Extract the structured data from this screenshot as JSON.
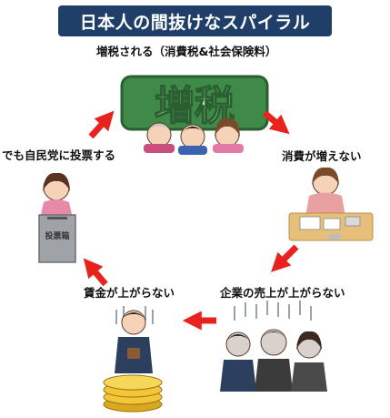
{
  "title": "日本人の間抜けなスパイラル",
  "nodes": {
    "tax_increase": {
      "label": "増税される（消費税&社会保険料）",
      "sign_text": "増税"
    },
    "consumption": {
      "label": "消費が増えない"
    },
    "sales": {
      "label": "企業の売上が上がらない"
    },
    "wages": {
      "label": "賃金が上がらない"
    },
    "vote": {
      "label": "でも自民党に投票する",
      "ballot_box_text": "投票箱"
    }
  },
  "colors": {
    "title_bg": "#1f3f68",
    "title_text": "#ffffff",
    "arrow": "#e8231e",
    "sign_fill": "#3f8a48"
  }
}
